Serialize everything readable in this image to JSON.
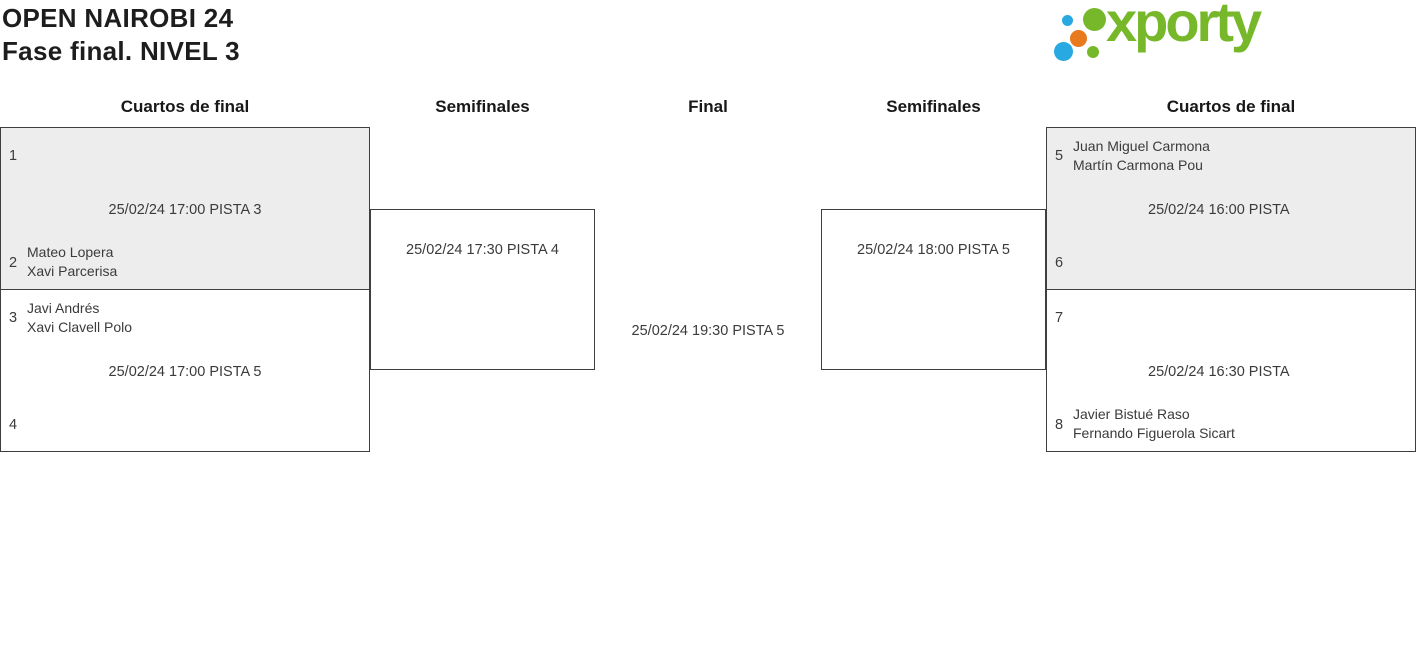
{
  "page": {
    "title_line1": "OPEN NAIROBI 24",
    "title_line2": "Fase final. NIVEL 3"
  },
  "logo": {
    "wordmark": "xporty",
    "mark_dots": [
      "blue-small",
      "green-large",
      "orange",
      "blue-large",
      "green-small"
    ]
  },
  "colors": {
    "brand_green": "#76b82a",
    "brand_blue": "#29a9e1",
    "brand_orange": "#e8791d",
    "box_fill_gray": "#ededed",
    "box_border": "#3f3f3f",
    "text": "#3b3b3b"
  },
  "round_headers": [
    "Cuartos de final",
    "Semifinales",
    "Final",
    "Semifinales",
    "Cuartos de final"
  ],
  "matches": {
    "qf_left_top": {
      "seed_top": "1",
      "top_player1": "",
      "top_player2": "",
      "date": "25/02/24 17:00 PISTA 3",
      "seed_bottom": "2",
      "bottom_player1": "Mateo Lopera",
      "bottom_player2": "Xavi Parcerisa"
    },
    "qf_left_bottom": {
      "seed_top": "3",
      "top_player1": "Javi Andrés",
      "top_player2": "Xavi Clavell Polo",
      "date": "25/02/24 17:00 PISTA 5",
      "seed_bottom": "4",
      "bottom_player1": "",
      "bottom_player2": ""
    },
    "sf_left": {
      "date": "25/02/24 17:30 PISTA 4"
    },
    "final": {
      "date": "25/02/24 19:30 PISTA 5"
    },
    "sf_right": {
      "date": "25/02/24 18:00 PISTA 5"
    },
    "qf_right_top": {
      "seed_top": "5",
      "top_player1": "Juan Miguel Carmona",
      "top_player2": "Martín Carmona Pou",
      "date": "25/02/24 16:00 PISTA",
      "seed_bottom": "6",
      "bottom_player1": "",
      "bottom_player2": ""
    },
    "qf_right_bottom": {
      "seed_top": "7",
      "top_player1": "",
      "top_player2": "",
      "date": "25/02/24 16:30 PISTA",
      "seed_bottom": "8",
      "bottom_player1": "Javier Bistué Raso",
      "bottom_player2": "Fernando Figuerola Sicart"
    }
  }
}
